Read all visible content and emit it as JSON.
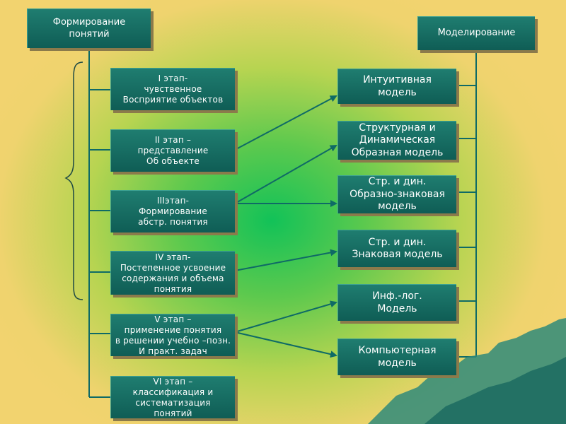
{
  "header_left": "Формирование\nпонятий",
  "header_right": "Моделирование",
  "stages": [
    "I этап-\nчувственное\nВосприятие объектов",
    "II этап –\nпредставление\nОб объекте",
    "IIIэтап-\nФормирование\nабстр. понятия",
    "IV этап-\nПостепенное усвоение\nсодержания и объема\nпонятия",
    "V этап –\nприменение понятия\nв решении учебно –позн.\nИ практ. задач",
    "VI этап –\nклассификация и\nсистематизация\nпонятий"
  ],
  "models": [
    "Интуитивная\nмодель",
    "Структурная и\nДинамическая\nОбразная модель",
    "Стр. и дин.\nОбразно-знаковая\nмодель",
    "Стр. и дин.\nЗнаковая модель",
    "Инф.-лог.\nМодель",
    "Компьютерная\nмодель"
  ],
  "colors": {
    "box": "#136b60",
    "line": "#0f6a66",
    "center": "#12c258",
    "edge": "#f2d36f",
    "shadow": "#8b7a4b"
  }
}
